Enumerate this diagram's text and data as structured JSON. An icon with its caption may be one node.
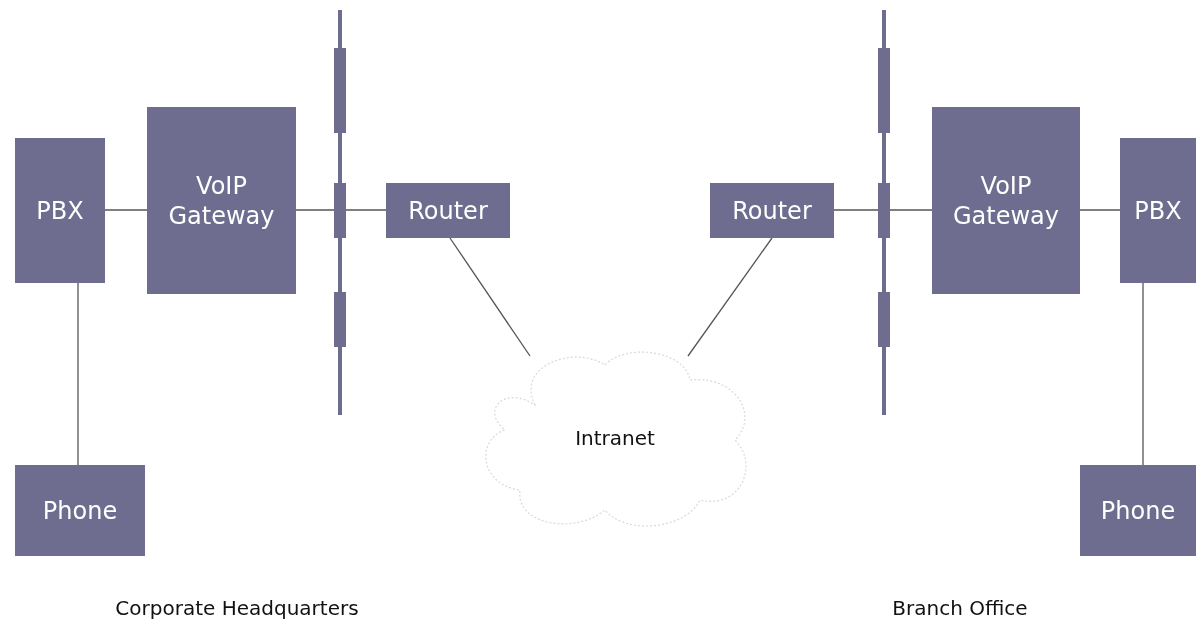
{
  "diagram": {
    "nodes": [
      {
        "text": [
          "PBX"
        ]
      },
      {
        "text": [
          "VoIP Gateway"
        ]
      },
      {
        "text": [],
        "shape": "bar"
      },
      {
        "text": [
          "Router"
        ]
      },
      {
        "text": [
          "Phone"
        ]
      },
      {
        "text": [
          "Intranet"
        ]
      },
      {
        "text": [
          "Router"
        ]
      },
      {
        "text": [],
        "shape": "bar"
      },
      {
        "text": [
          "VoIP Gateway"
        ]
      },
      {
        "text": [
          "PBX"
        ]
      },
      {
        "text": [
          "Phone"
        ]
      }
    ],
    "edges": [
      {
        "from": 0,
        "to": 1,
        "arrow": "none"
      },
      {
        "from": 1,
        "to": 2,
        "arrow": "none"
      },
      {
        "from": 2,
        "to": 3,
        "arrow": "none"
      },
      {
        "from": 0,
        "to": 4,
        "arrow": "none"
      },
      {
        "from": 3,
        "to": 5,
        "arrow": "none"
      },
      {
        "from": 6,
        "to": 5,
        "arrow": "none"
      },
      {
        "from": 6,
        "to": 7,
        "arrow": "none"
      },
      {
        "from": 7,
        "to": 8,
        "arrow": "none"
      },
      {
        "from": 8,
        "to": 9,
        "arrow": "none"
      },
      {
        "from": 9,
        "to": 10,
        "arrow": "none"
      }
    ],
    "labels": [
      "Corporate Headquarters",
      "Branch Office"
    ]
  }
}
